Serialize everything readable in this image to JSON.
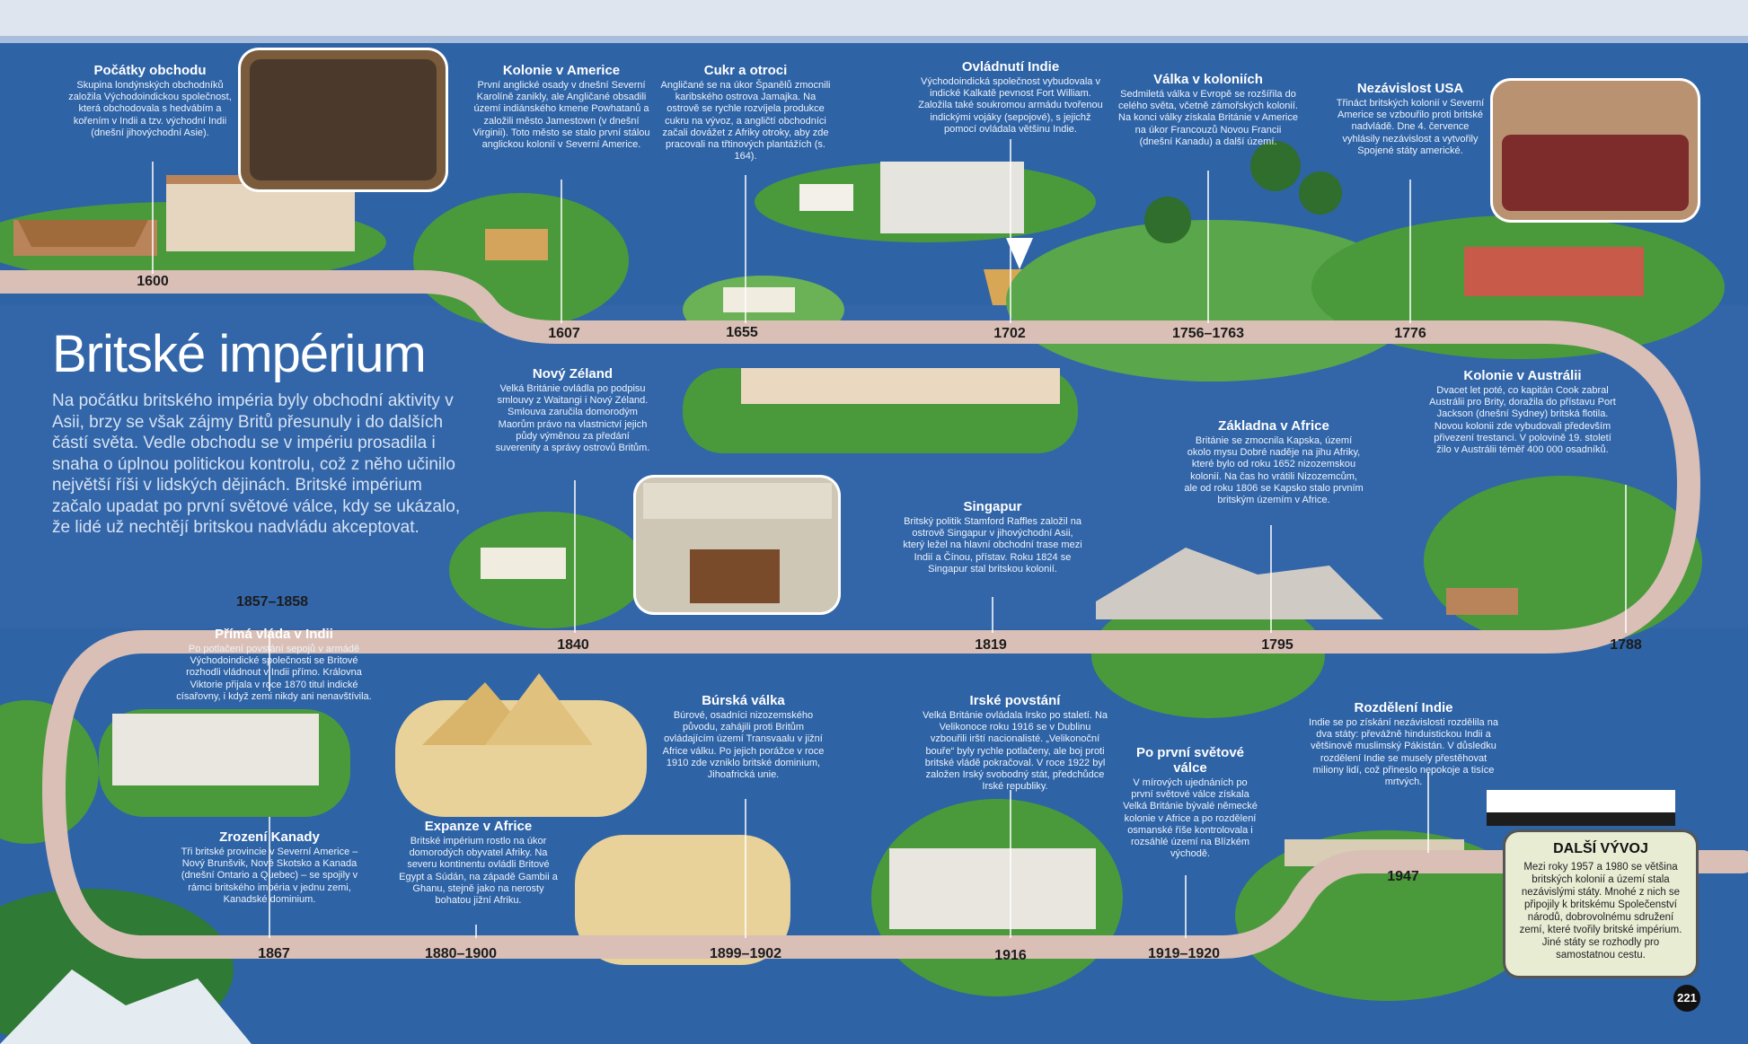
{
  "page_title": "Britské impérium",
  "intro": "Na počátku britského impéria byly obchodní aktivity v Asii, brzy se však zájmy Britů přesunuly i do dalších částí světa. Vedle obchodu se v impériu prosadila i snaha o úplnou politickou kontrolu, což z něho učinilo největší říši v lidských dějinách. Britské impérium začalo upadat po první světové válce, kdy se ukázalo, že lidé už nechtějí britskou nadvládu akceptovat.",
  "events": [
    {
      "title": "Počátky obchodu",
      "text": "Skupina londýnských obchodníků založila Východoindickou společnost, která obchodovala s hedvábím a kořením v Indii a tzv. východní Indii (dnešní jihovýchodní Asie).",
      "year": "1600"
    },
    {
      "title": "Kolonie v Americe",
      "text": "První anglické osady v dnešní Severní Karolíně zanikly, ale Angličané obsadili území indiánského kmene Powhatanů a založili město Jamestown (v dnešní Virginii). Toto město se stalo první stálou anglickou kolonií v Severní Americe.",
      "year": "1607"
    },
    {
      "title": "Cukr a otroci",
      "text": "Angličané se na úkor Španělů zmocnili karibského ostrova Jamajka. Na ostrově se rychle rozvíjela produkce cukru na vývoz, a angličtí obchodníci začali dovážet z Afriky otroky, aby zde pracovali na třtinových plantážích (s. 164).",
      "year": "1655"
    },
    {
      "title": "Ovládnutí Indie",
      "text": "Východoindická společnost vybudovala v indické Kalkatě pevnost Fort William. Založila také soukromou armádu tvořenou indickými vojáky (sepojové), s jejichž pomocí ovládala většinu Indie.",
      "year": "1702"
    },
    {
      "title": "Válka v koloniích",
      "text": "Sedmiletá válka v Evropě se rozšířila do celého světa, včetně zámořských kolonií. Na konci války získala Británie v Americe na úkor Francouzů Novou Francii (dnešní Kanadu) a další území.",
      "year": "1756–1763"
    },
    {
      "title": "Nezávislost USA",
      "text": "Třináct britských kolonií v Severní Americe se vzbouřilo proti britské nadvládě. Dne 4. července vyhlásily nezávislost a vytvořily Spojené státy americké.",
      "year": "1776"
    },
    {
      "title": "Kolonie v Austrálii",
      "text": "Dvacet let poté, co kapitán Cook zabral Austrálii pro Brity, doražila do přístavu Port Jackson (dnešní Sydney) britská flotila. Novou kolonii zde vybudovali především přivezení trestanci. V polovině 19. století žilo v Austrálii téměř 400 000 osadníků.",
      "year": "1788"
    },
    {
      "title": "Základna v Africe",
      "text": "Británie se zmocnila Kapska, území okolo mysu Dobré naděje na jihu Afriky, které bylo od roku 1652 nizozemskou kolonií. Na čas ho vrátili Nizozemcům, ale od roku 1806 se Kapsko stalo prvním britským územím v Africe.",
      "year": "1795"
    },
    {
      "title": "Singapur",
      "text": "Britský politik Stamford Raffles založil na ostrově Singapur v jihovýchodní Asii, který ležel na hlavní obchodní trase mezi Indií a Čínou, přístav. Roku 1824 se Singapur stal britskou kolonií.",
      "year": "1819"
    },
    {
      "title": "Nový Zéland",
      "text": "Velká Británie ovládla po podpisu smlouvy z Waitangi i Nový Zéland. Smlouva zaručila domorodým Maorům právo na vlastnictví jejich půdy výměnou za předání suverenity a správy ostrovů Britům.",
      "year": "1840"
    },
    {
      "title": "Přímá vláda v Indii",
      "text": "Po potlačení povstání sepojů v armádě Východoindické společnosti se Britové rozhodli vládnout v Indii přímo. Královna Viktorie přijala v roce 1870 titul indické císařovny, i když zemi nikdy ani nenavštívila.",
      "year": "1857–1858"
    },
    {
      "title": "Zrození Kanady",
      "text": "Tři britské provincie v Severní Americe – Nový Brunšvik, Nové Skotsko a Kanada (dnešní Ontario a Quebec) – se spojily v rámci britského impéria v jednu zemi, Kanadské dominium.",
      "year": "1867"
    },
    {
      "title": "Expanze v Africe",
      "text": "Britské impérium rostlo na úkor domorodých obyvatel Afriky. Na severu kontinentu ovládli Britové Egypt a Súdán, na západě Gambii a Ghanu, stejně jako na nerosty bohatou jižní Afriku.",
      "year": "1880–1900"
    },
    {
      "title": "Búrská válka",
      "text": "Búrové, osadníci nizozemského původu, zahájili proti Britům ovládajícím území Transvaalu v jižní Africe válku. Po jejich porážce v roce 1910 zde vzniklo britské dominium, Jihoafrická unie.",
      "year": "1899–1902"
    },
    {
      "title": "Irské povstání",
      "text": "Velká Británie ovládala Irsko po staletí. Na Velikonoce roku 1916 se v Dublinu vzbouřili irští nacionalisté. „Velikonoční bouře“ byly rychle potlačeny, ale boj proti britské vládě pokračoval. V roce 1922 byl založen Irský svobodný stát, předchůdce Irské republiky.",
      "year": "1916"
    },
    {
      "title": "Po první světové válce",
      "text": "V mírových ujednáních po první světové válce získala Velká Británie bývalé německé kolonie v Africe a po rozdělení osmanské říše kontrolovala i rozsáhlé území na Blízkém východě.",
      "year": "1919–1920"
    },
    {
      "title": "Rozdělení Indie",
      "text": "Indie se po získání nezávislosti rozdělila na dva státy: převážně hinduistickou Indii a většinově muslimský Pákistán. V důsledku rozdělení Indie se musely přestěhovat miliony lidí, což přineslo nepokoje a tisíce mrtvých.",
      "year": "1947"
    }
  ],
  "next": {
    "title": "DALŠÍ VÝVOJ",
    "text": "Mezi roky 1957 a 1980 se většina britských kolonií a území stala nezávislými státy. Mnohé z nich se připojily k britskému Společenství národů, dobrovolnému sdružení zemí, které tvořily britské impérium. Jiné státy se rozhodly pro samostatnou cestu."
  },
  "page_number": "221",
  "colors": {
    "sea": "#2e63a6",
    "road": "#d9bfb6",
    "land": "#4a9a3c",
    "sand": "#e9d29a"
  }
}
